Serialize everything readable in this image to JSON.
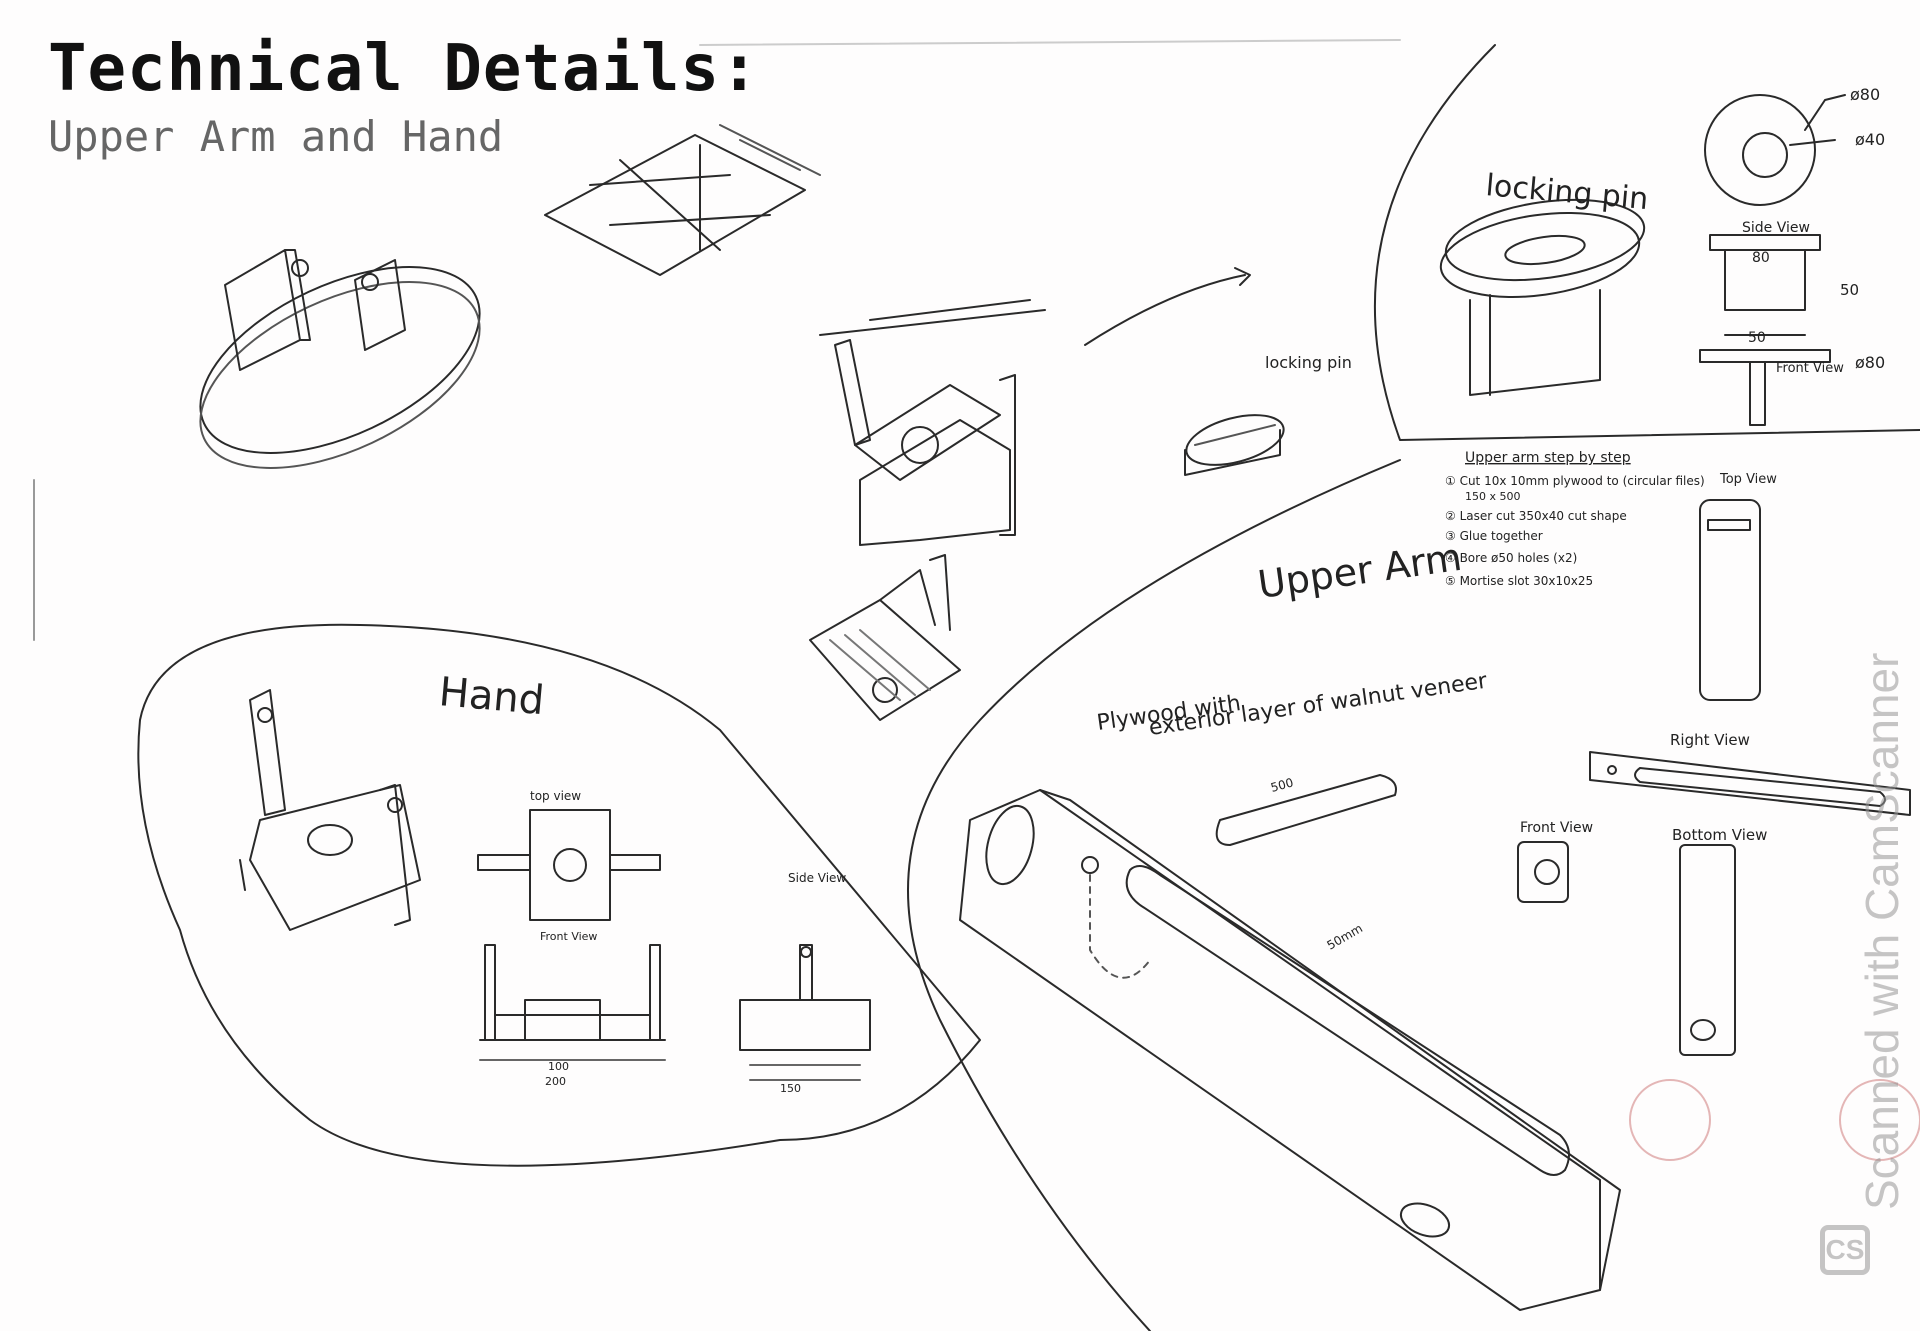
{
  "header": {
    "title": "Technical Details:",
    "subtitle": "Upper Arm and Hand"
  },
  "annotations": {
    "locking_pin_top": "locking pin",
    "locking_pin_small": "locking pin",
    "upper_arm": "Upper Arm",
    "hand": "Hand",
    "plywood_note": "Plywood with",
    "plywood_note_2": "exterior layer of walnut veneer",
    "side_view": "Side View",
    "side_view_2": "Side View",
    "front_view": "Front View",
    "front_view_2": "Front View",
    "right_view": "Right View",
    "bottom_view": "Bottom View",
    "top_view": "Top View",
    "top_view_2": "top view",
    "front_view_hand": "Front View",
    "steps_title": "Upper arm step by step",
    "step1": "① Cut 10x 10mm plywood to (circular files)",
    "step1b": "150 x 500",
    "step2": "② Laser cut 350x40 cut shape",
    "step3": "③ Glue together",
    "step4": "④ Bore ø50 holes (x2)",
    "step5": "⑤ Mortise slot 30x10x25"
  },
  "dimensions": {
    "d80": "ø80",
    "d40": "ø40",
    "d80b": "ø80",
    "dim80": "80",
    "dim50": "50",
    "dim50b": "50",
    "dim500": "500",
    "dim200": "200",
    "dim150": "150",
    "dim100": "100",
    "dim_mm": "50mm"
  },
  "watermark": {
    "text": "Scanned with CamScanner",
    "logo": "CS"
  }
}
